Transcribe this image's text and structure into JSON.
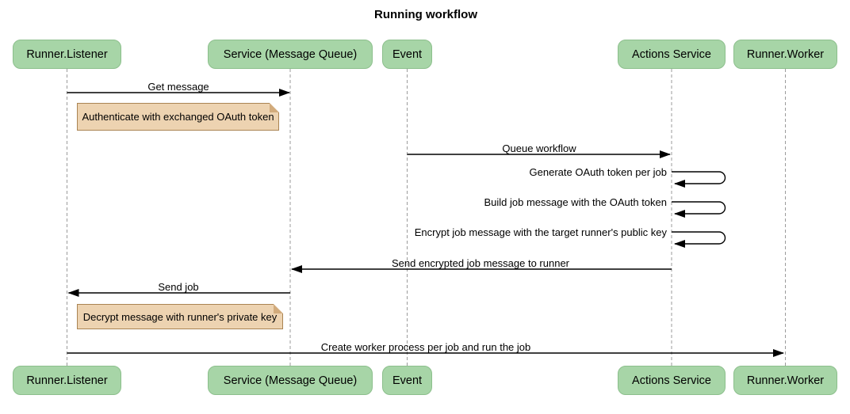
{
  "title": "Running workflow",
  "participants": [
    {
      "name": "Runner.Listener"
    },
    {
      "name": "Service (Message Queue)"
    },
    {
      "name": "Event"
    },
    {
      "name": "Actions Service"
    },
    {
      "name": "Runner.Worker"
    }
  ],
  "messages": [
    {
      "from": "Runner.Listener",
      "to": "Service (Message Queue)",
      "label": "Get message",
      "type": "arrow"
    },
    {
      "from": "Event",
      "to": "Actions Service",
      "label": "Queue workflow",
      "type": "arrow"
    },
    {
      "from": "Actions Service",
      "to": "Actions Service",
      "label": "Generate OAuth token per job",
      "type": "self"
    },
    {
      "from": "Actions Service",
      "to": "Actions Service",
      "label": "Build job message with the OAuth token",
      "type": "self"
    },
    {
      "from": "Actions Service",
      "to": "Actions Service",
      "label": "Encrypt job message with the target runner's public key",
      "type": "self"
    },
    {
      "from": "Actions Service",
      "to": "Service (Message Queue)",
      "label": "Send encrypted job message to runner",
      "type": "arrow"
    },
    {
      "from": "Service (Message Queue)",
      "to": "Runner.Listener",
      "label": "Send job",
      "type": "arrow"
    },
    {
      "from": "Runner.Listener",
      "to": "Runner.Worker",
      "label": "Create worker process per job and run the job",
      "type": "arrow"
    }
  ],
  "notes": [
    {
      "over": "Runner.Listener",
      "label": "Authenticate with exchanged OAuth token"
    },
    {
      "over": "Runner.Listener",
      "label": "Decrypt message with runner's private key"
    }
  ],
  "colors": {
    "participant_fill": "#a7d5a7",
    "participant_border": "#8cbf8c",
    "note_fill": "#edd3b1",
    "note_border": "#aa8453",
    "lifeline": "#9b9b9b",
    "message_line": "#000000"
  }
}
